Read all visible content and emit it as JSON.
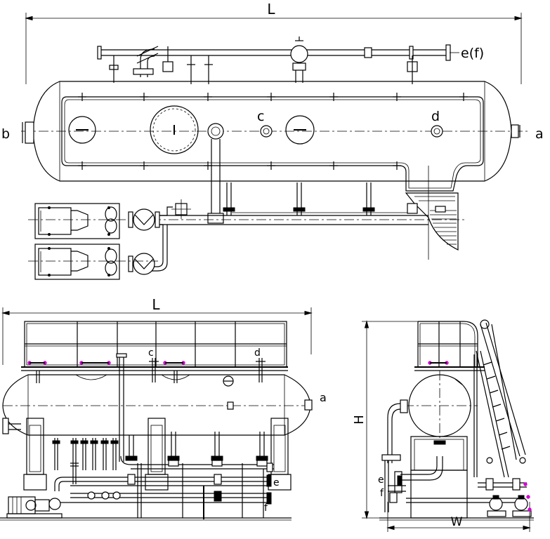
{
  "labels": {
    "top_length": "L",
    "top_outlet": "e(f)",
    "top_left_nozzle": "b",
    "top_right_nozzle": "a",
    "top_nozzle_c": "c",
    "top_nozzle_d": "d",
    "front_length": "L",
    "front_nozzle_c": "c",
    "front_nozzle_d": "d",
    "front_right_nozzle": "a",
    "front_nozzle_e": "e",
    "front_nozzle_f": "f",
    "side_height": "H",
    "side_width": "W",
    "side_nozzle_e": "e",
    "side_nozzle_f": "f"
  },
  "colors": {
    "line": "#000000",
    "accent": "#d400d4",
    "background": "#ffffff"
  }
}
